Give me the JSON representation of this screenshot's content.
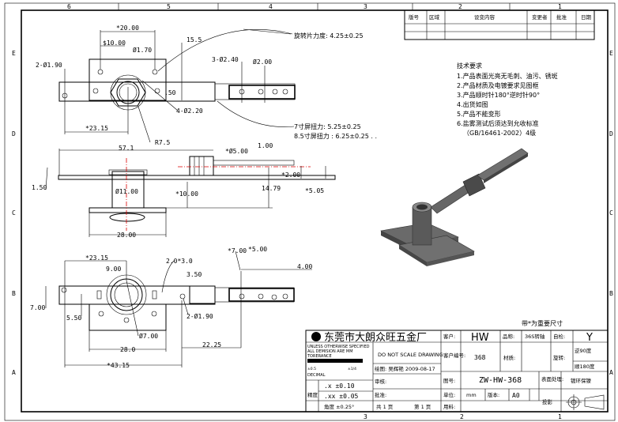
{
  "border": {
    "columns": [
      "6",
      "5",
      "4",
      "3",
      "2",
      "1"
    ],
    "rows": [
      "E",
      "D",
      "C",
      "B",
      "A"
    ],
    "bottom_columns": [
      "3",
      "2",
      "1"
    ]
  },
  "revision_table": {
    "headers": [
      "版号",
      "区域",
      "设变内容",
      "变更者",
      "批准",
      "日期"
    ]
  },
  "tech_requirements": {
    "title": "技术要求",
    "items": [
      "1.产品表面光亮无毛刺、油污、锈斑",
      "2.产品材质及电镀要求见图框",
      "3.产品顺时针180°逆时针90°",
      "4.出货如图",
      "5.产品不能变形",
      "6.盐雾测试后须达到允收标准",
      "（GB/16461-2002）4级"
    ]
  },
  "top_view": {
    "d1": "*20.00",
    "d2": "$10.00",
    "d3": "Ø1.70",
    "d4": "15.5",
    "d5": "2-Ø1.90",
    "d6": "3-Ø2.40",
    "d7": "Ø2.00",
    "d8": ".50",
    "d9": "4-Ø2.20",
    "d10": "*23.15",
    "d11": "R7.5",
    "note1": "旋转片力度: 4.25±0.25",
    "note2": "7寸屏扭力: 5.25±0.25",
    "note3": "8.5寸屏扭力 : 6.25±0.25 . ."
  },
  "side_view": {
    "d1": "57.1",
    "d2": "*Ø5.00",
    "d3": "1.00",
    "d4": "*2.00",
    "d5": "1.50",
    "d6": "*10.00",
    "d7": "Ø11.00",
    "d8": "14.79",
    "d9": "*5.05",
    "d10": "28.00"
  },
  "bottom_view": {
    "d1": "*23.15",
    "d2": "2.0*3.0",
    "d3": "9.00",
    "d4": "3.50",
    "d5": "*7.00",
    "d6": "*5.00",
    "d7": "4.00",
    "d8": "7.00",
    "d9": "5.50",
    "d10": "2-Ø1.90",
    "d11": "Ø7.00",
    "d12": "28.0",
    "d13": "22.25",
    "d14": "*43.15"
  },
  "important_note": "带*为重要尺寸",
  "title_block": {
    "company": "东莞市大朗众旺五金厂",
    "unless_note": [
      "UNLESS OTHERWISE SPECIFIED",
      "ALL DEMISION ARE MM",
      "TORERANCE"
    ],
    "decimal_label": "DECIMAL",
    "decimal_small": "±0.5",
    "decimal_frac": "±1/4",
    "do_not_scale": "DO NOT SCALE DRAWING",
    "drawn": "绘图: 吴辉艳  2009-08-17",
    "review": "审核:",
    "approve": "批准:",
    "pages": "共 1 页",
    "page_no": "第 1 页",
    "precision_label": "精度",
    "tol_x": ".x  ±0.10",
    "tol_xx": ".xx  ±0.05",
    "tol_angle": "角度  ±0.25°",
    "customer_label": "客户:",
    "customer": "HW",
    "product_label": "品称:",
    "product": "36S转轴",
    "self_check_label": "自检:",
    "self_check": "Y",
    "customer_no_label": "客户编号:",
    "customer_no": "368",
    "material_label": "材质:",
    "material": "",
    "rotation_label": "旋转:",
    "rotation_ccw": "逆90度",
    "rotation_cw": "顺180度",
    "drawing_no_label": "图号:",
    "drawing_no": "ZW-HW-368",
    "surface_label": "表面处理:",
    "surface": "镀环保镍",
    "unit_label": "单位:",
    "unit": "mm",
    "version_label": "版本:",
    "version": "A0",
    "projection_label": "投影",
    "usage_label": "用料:"
  }
}
